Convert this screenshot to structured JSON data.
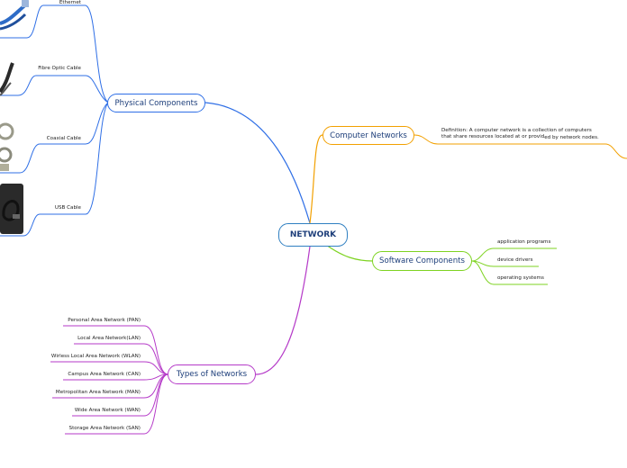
{
  "central": {
    "label": "NETWORK",
    "color": "#2f7fc1"
  },
  "branches": {
    "physical": {
      "label": "Physical Components",
      "color": "#2f6fe6",
      "text_color": "#1d3e7a",
      "leaves": [
        "Ethernet",
        "Fibre Optic Cable",
        "Coaxial Cable",
        "USB Cable"
      ]
    },
    "computer": {
      "label": "Computer Networks",
      "color": "#f2a000",
      "text_color": "#1d3e7a",
      "definition_line1": "Definition: A computer network is a collection of computers",
      "definition_line2a": "that share resources located at or provid",
      "definition_line2b": "ed by network nodes."
    },
    "software": {
      "label": "Software Components",
      "color": "#7ed321",
      "text_color": "#1d3e7a",
      "leaves": [
        "application programs",
        "device drivers",
        "operating systems"
      ]
    },
    "types": {
      "label": "Types of Networks",
      "color": "#b53ac8",
      "text_color": "#1d3e7a",
      "leaves": [
        "Personal Area Network (PAN)",
        "Local Area Network(LAN)",
        "Wirless Local Area Network (WLAN)",
        "Campus Area Network (CAN)",
        "Metropolitan Area Network (MAN)",
        "Wide Area Network (WAN)",
        "Storage Area Network (SAN)"
      ]
    }
  },
  "images": [
    "ethernet-cable-image",
    "fibre-optic-cable-image",
    "coaxial-cable-image",
    "usb-cable-image"
  ]
}
